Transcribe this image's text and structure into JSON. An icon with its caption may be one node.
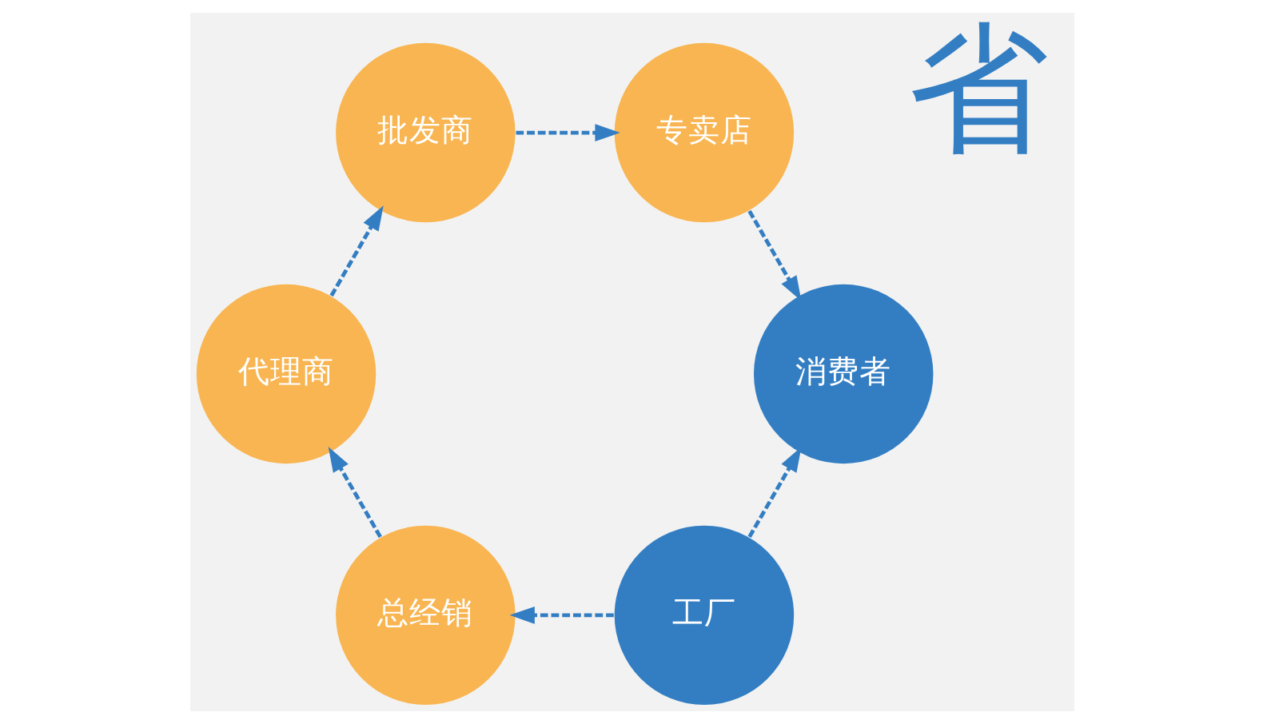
{
  "diagram": {
    "nodes": [
      {
        "text": [
          "工厂"
        ]
      },
      {
        "text": [
          "总经销"
        ]
      },
      {
        "text": [
          "代理商"
        ]
      },
      {
        "text": [
          "批发商"
        ]
      },
      {
        "text": [
          "专卖店"
        ]
      },
      {
        "text": [
          "消费者"
        ]
      }
    ],
    "edges": [
      {
        "from": 0,
        "to": 1,
        "arrow": "to",
        "style": "dashed"
      },
      {
        "from": 1,
        "to": 2,
        "arrow": "to",
        "style": "dashed"
      },
      {
        "from": 2,
        "to": 3,
        "arrow": "to",
        "style": "dashed"
      },
      {
        "from": 3,
        "to": 4,
        "arrow": "to",
        "style": "dashed"
      },
      {
        "from": 4,
        "to": 5,
        "arrow": "to",
        "style": "dashed"
      },
      {
        "from": 0,
        "to": 5,
        "arrow": "to",
        "style": "dashed"
      }
    ],
    "labels": [
      "省"
    ]
  }
}
